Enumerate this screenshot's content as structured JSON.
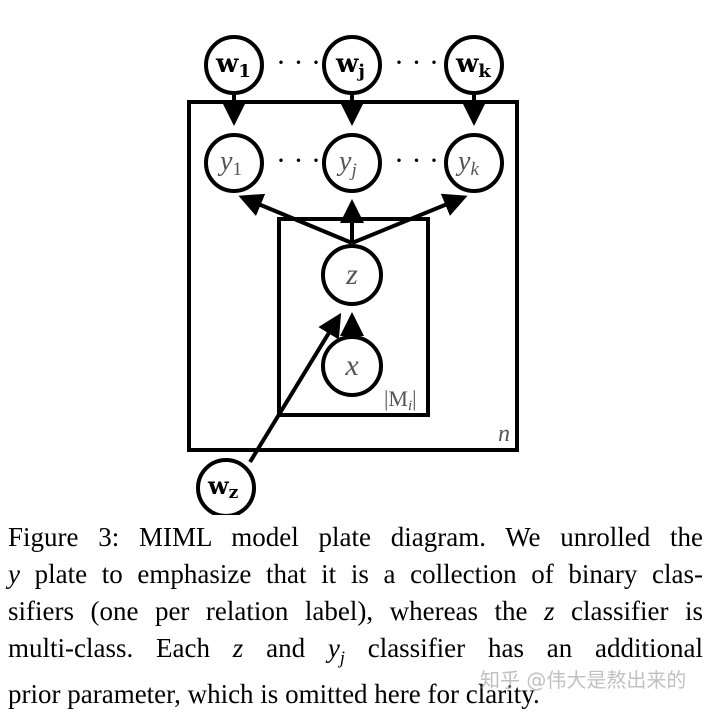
{
  "diagram": {
    "nodes": {
      "w1": {
        "base": "w",
        "sub": "1"
      },
      "wj": {
        "base": "w",
        "sub": "j"
      },
      "wk": {
        "base": "w",
        "sub": "k"
      },
      "y1": {
        "base": "y",
        "sub": "1"
      },
      "yj": {
        "base": "y",
        "sub": "j"
      },
      "yk": {
        "base": "y",
        "sub": "k"
      },
      "z": {
        "base": "z"
      },
      "x": {
        "base": "x"
      },
      "wz": {
        "base": "w",
        "sub": "z"
      }
    },
    "dots": "· · ·",
    "outer_plate_label": "n",
    "inner_plate_label": "|M",
    "inner_plate_label_sub": "i",
    "inner_plate_label_end": "|"
  },
  "caption": {
    "line1": "Figure 3: MIML model plate diagram.  We unrolled the",
    "line2_var": "y",
    "line2": " plate to emphasize that it is a collection of binary clas-",
    "line3a": "sifiers (one per relation label), whereas the ",
    "line3_var": "z",
    "line3b": " classifier is",
    "line4a": "multi-class.  Each ",
    "line4_var1": "z",
    "line4b": " and ",
    "line4_var2": "y",
    "line4_var2_sub": "j",
    "line4c": " classifier has an additional",
    "line5": "prior parameter, which is omitted here for clarity."
  },
  "watermark": "知乎 @伟大是熬出来的"
}
